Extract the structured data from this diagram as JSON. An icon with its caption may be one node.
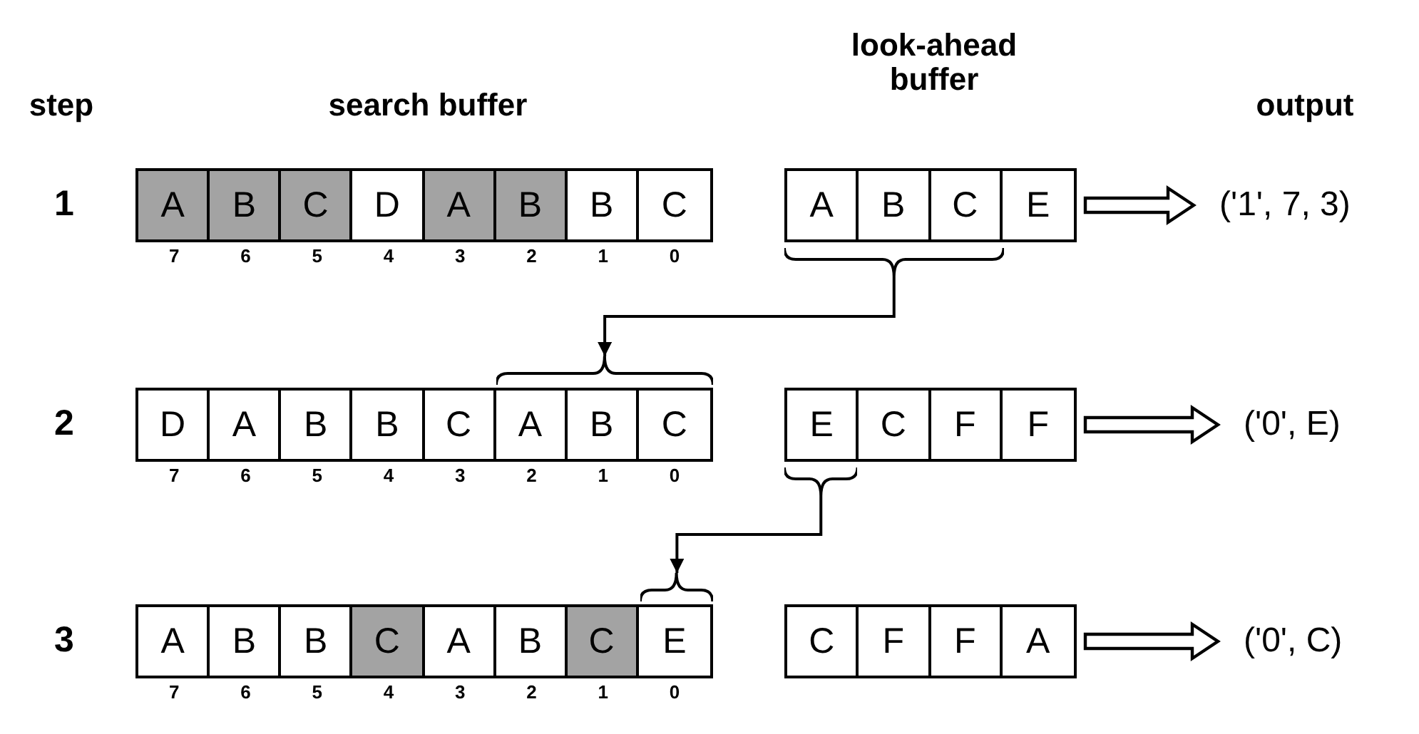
{
  "diagram": {
    "nodes": [
      {
        "text": [],
        "shape": "box"
      },
      {
        "text": [
          "A"
        ],
        "in": 0
      },
      {
        "text": [
          "B"
        ],
        "in": 0
      },
      {
        "text": [
          "C"
        ],
        "in": 0
      },
      {
        "text": [
          "D"
        ],
        "in": 0
      },
      {
        "text": [
          "A"
        ],
        "in": 0
      },
      {
        "text": [
          "B"
        ],
        "in": 0
      },
      {
        "text": [
          "B"
        ],
        "in": 0
      },
      {
        "text": [
          "C"
        ],
        "in": 0
      },
      {
        "text": [],
        "shape": "box"
      },
      {
        "text": [
          "A"
        ],
        "in": 9
      },
      {
        "text": [
          "B"
        ],
        "in": 9
      },
      {
        "text": [
          "C"
        ],
        "in": 9
      },
      {
        "text": [
          "E"
        ],
        "in": 9
      },
      {
        "text": [
          "('1', 7, 3)"
        ]
      },
      {
        "text": [],
        "shape": "bracket"
      },
      {
        "text": [],
        "shape": "bracket"
      },
      {
        "text": [],
        "shape": "box"
      },
      {
        "text": [
          "D"
        ],
        "in": 17
      },
      {
        "text": [
          "A"
        ],
        "in": 17
      },
      {
        "text": [
          "B"
        ],
        "in": 17
      },
      {
        "text": [
          "B"
        ],
        "in": 17
      },
      {
        "text": [
          "C"
        ],
        "in": 17
      },
      {
        "text": [
          "A"
        ],
        "in": 17
      },
      {
        "text": [
          "B"
        ],
        "in": 17
      },
      {
        "text": [
          "C"
        ],
        "in": 17
      },
      {
        "text": [],
        "shape": "box"
      },
      {
        "text": [
          "E"
        ],
        "in": 26
      },
      {
        "text": [
          "C"
        ],
        "in": 26
      },
      {
        "text": [
          "F"
        ],
        "in": 26
      },
      {
        "text": [
          "F"
        ],
        "in": 26
      },
      {
        "text": [
          "('0', E)"
        ]
      },
      {
        "text": [],
        "shape": "bracket"
      },
      {
        "text": [],
        "shape": "bracket"
      },
      {
        "text": [],
        "shape": "box"
      },
      {
        "text": [
          "A"
        ],
        "in": 34
      },
      {
        "text": [
          "B"
        ],
        "in": 34
      },
      {
        "text": [
          "B"
        ],
        "in": 34
      },
      {
        "text": [
          "C"
        ],
        "in": 34
      },
      {
        "text": [
          "A"
        ],
        "in": 34
      },
      {
        "text": [
          "B"
        ],
        "in": 34
      },
      {
        "text": [
          "C"
        ],
        "in": 34
      },
      {
        "text": [
          "E"
        ],
        "in": 34
      },
      {
        "text": [],
        "shape": "box"
      },
      {
        "text": [
          "C"
        ],
        "in": 43
      },
      {
        "text": [
          "F"
        ],
        "in": 43
      },
      {
        "text": [
          "F"
        ],
        "in": 43
      },
      {
        "text": [
          "A"
        ],
        "in": 43
      },
      {
        "text": [
          "('0', C)"
        ]
      }
    ],
    "edges": [
      {
        "from": 9,
        "to": 14,
        "arrow": "to"
      },
      {
        "from": 15,
        "to": 16,
        "arrow": "to"
      },
      {
        "from": 26,
        "to": 31,
        "arrow": "to"
      },
      {
        "from": 32,
        "to": 33,
        "arrow": "to"
      },
      {
        "from": 43,
        "to": 48,
        "arrow": "to"
      }
    ],
    "labels": [
      "step",
      "search buffer",
      "look-ahead buffer",
      "output",
      "1",
      "7",
      "6",
      "5",
      "4",
      "3",
      "2",
      "1",
      "0",
      "2",
      "7",
      "6",
      "5",
      "4",
      "3",
      "2",
      "1",
      "0",
      "3",
      "7",
      "6",
      "5",
      "4",
      "3",
      "2",
      "1",
      "0"
    ]
  }
}
